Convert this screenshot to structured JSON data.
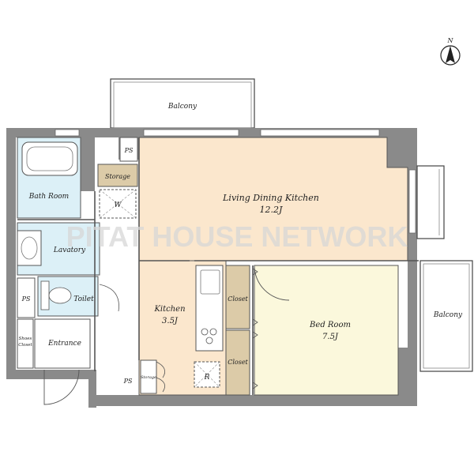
{
  "plan": {
    "watermark": "PITAT HOUSE NETWORK",
    "compass": "N",
    "rooms": {
      "balcony_top": "Balcony",
      "balcony_right": "Balcony",
      "bath_room": "Bath Room",
      "lavatory": "Lavatory",
      "toilet": "Toilet",
      "entrance": "Entrance",
      "shoes_closet_line1": "Shoes",
      "shoes_closet_line2": "Closet",
      "storage_upper": "Storage",
      "storage_lower": "Storage",
      "washer": "W",
      "ldk_name": "Living Dining Kitchen",
      "ldk_size": "12.2J",
      "kitchen_name": "Kitchen",
      "kitchen_size": "3.5J",
      "refrigerator": "R",
      "closet_upper": "Closet",
      "closet_lower": "Closet",
      "bedroom_name": "Bed Room",
      "bedroom_size": "7.5J",
      "ps_top": "PS",
      "ps_left": "PS",
      "ps_bottom": "PS"
    },
    "colors": {
      "wall": "#8a8a8a",
      "living": "#fbe7cd",
      "bedroom": "#fbf8dc",
      "wet_area": "#dcf0f7",
      "closet": "#dccba8",
      "storage": "#dccba8"
    }
  }
}
